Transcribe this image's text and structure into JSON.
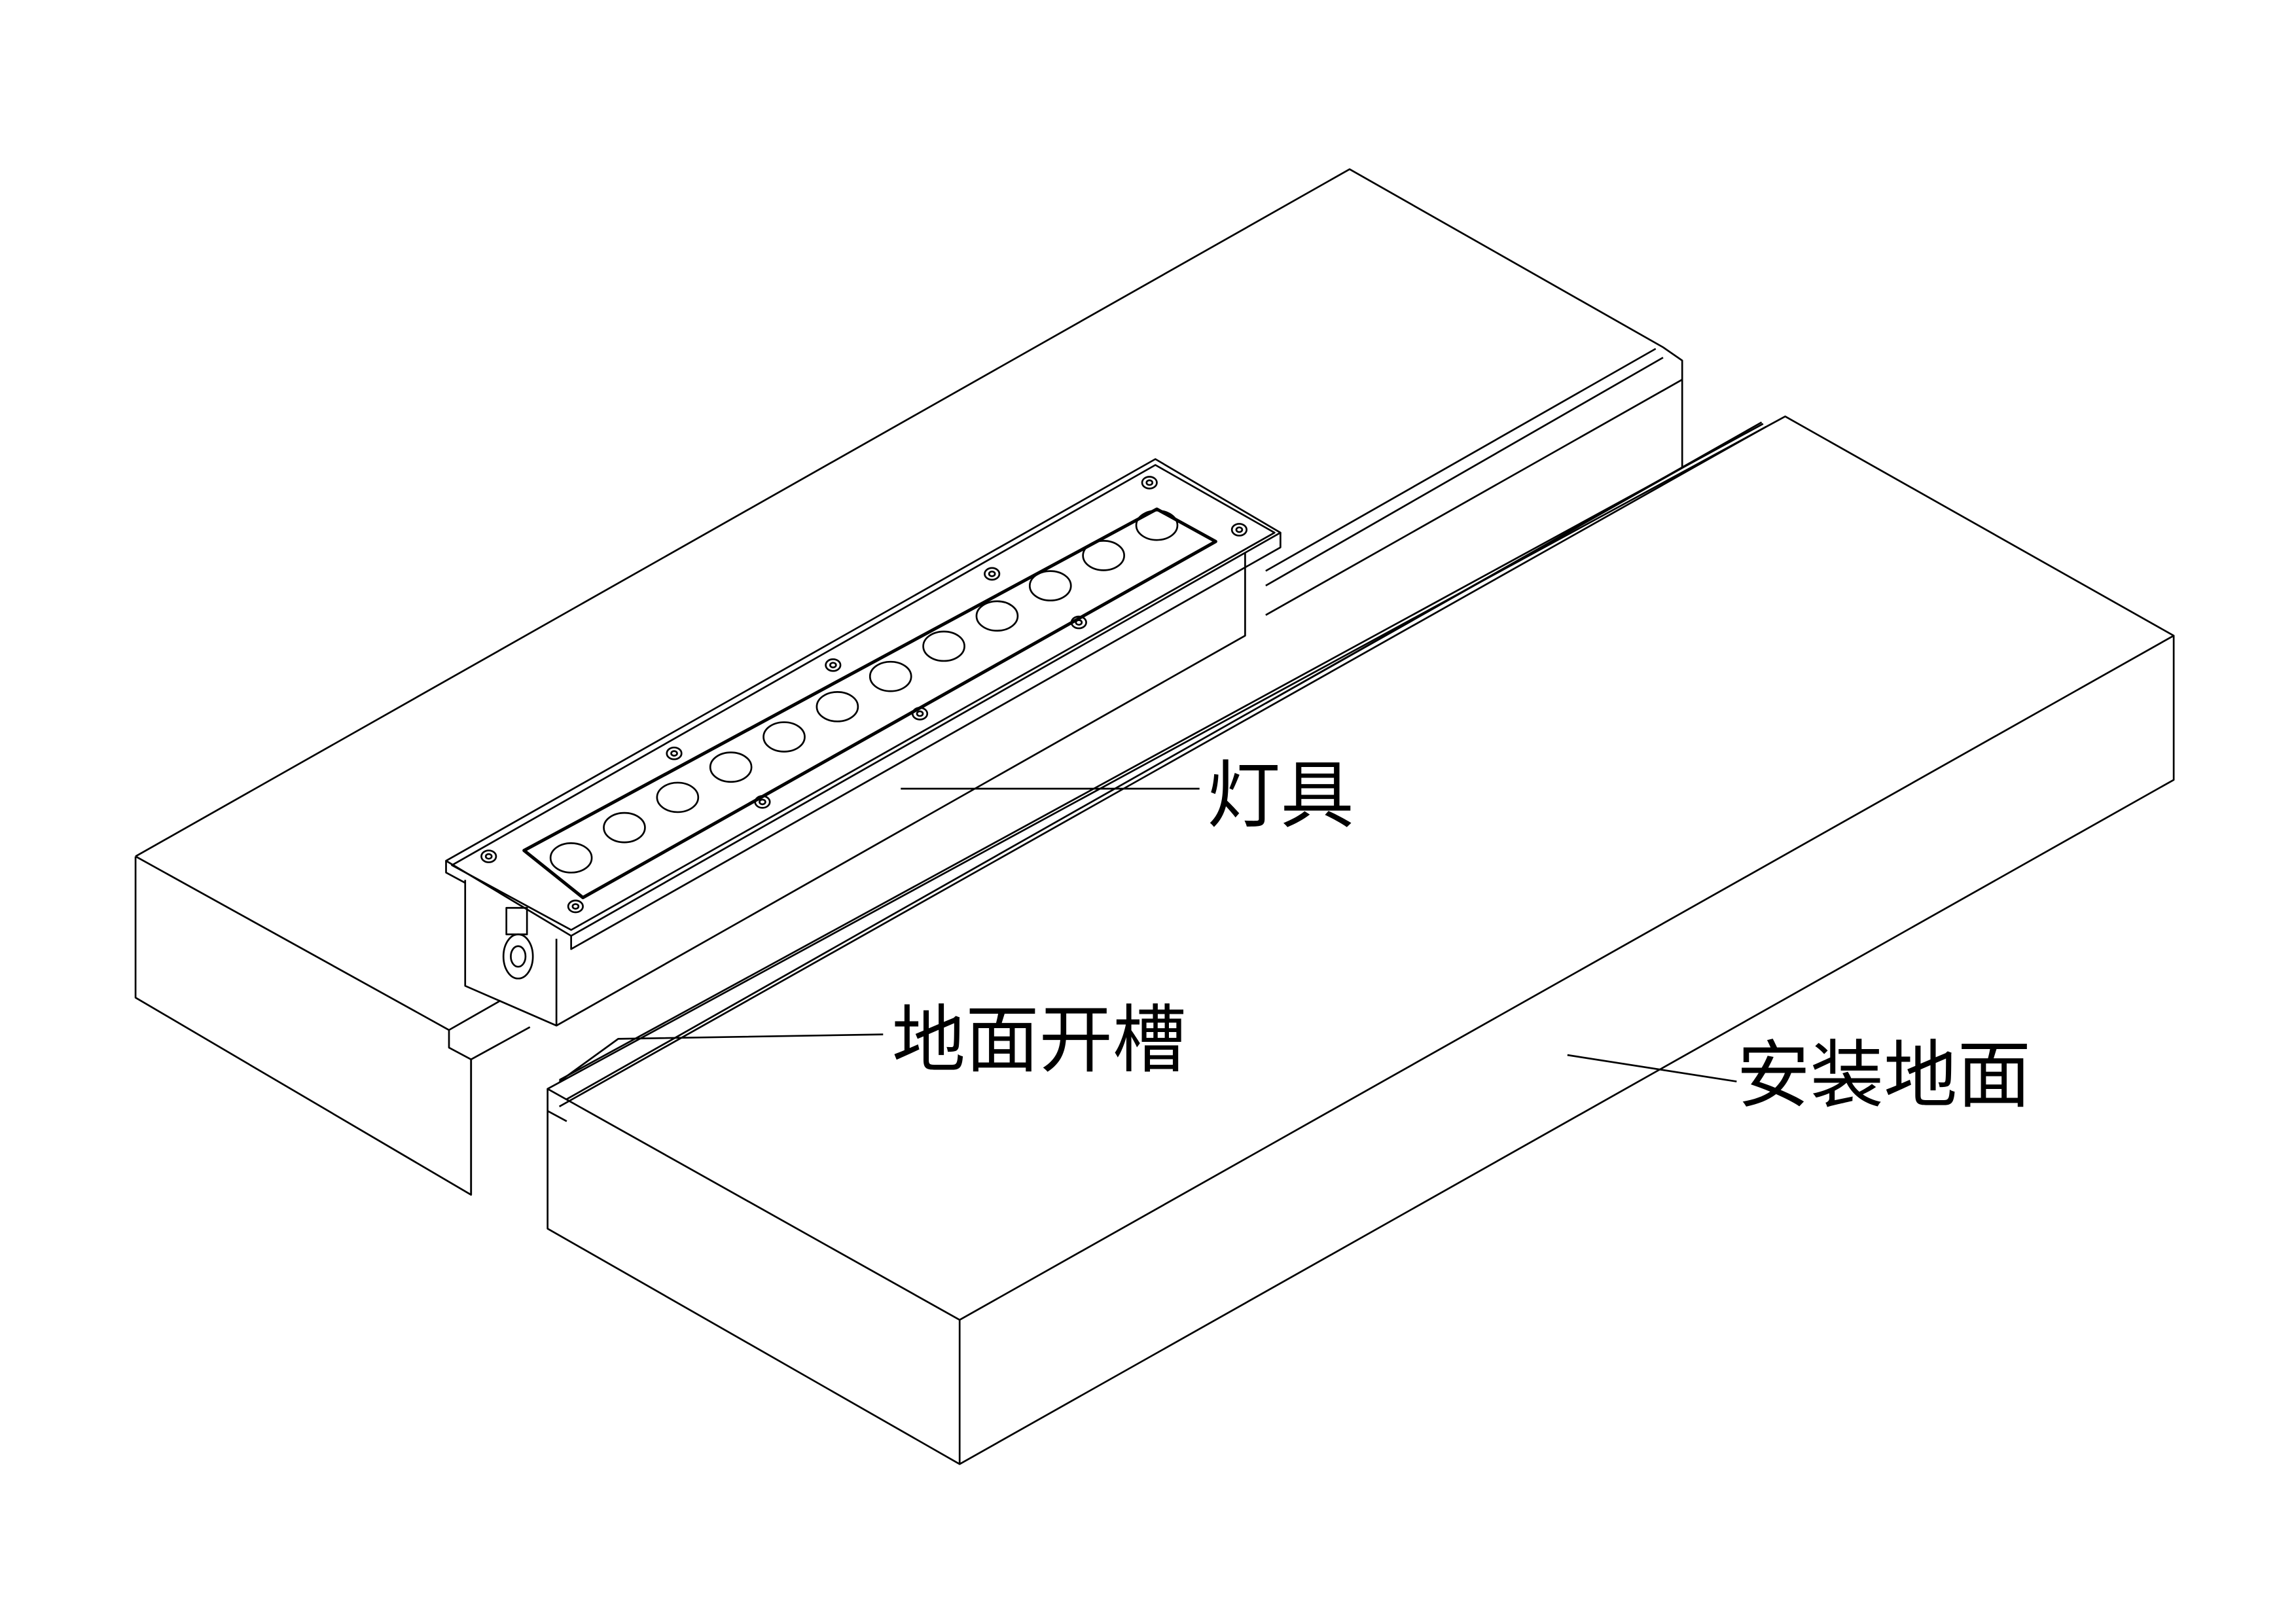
{
  "labels": {
    "fixture": "灯具",
    "groove": "地面开槽",
    "ground": "安装地面"
  },
  "fixture": {
    "led_count": 12,
    "screw_count": 10
  },
  "colors": {
    "line": "#000000",
    "background": "#ffffff"
  }
}
